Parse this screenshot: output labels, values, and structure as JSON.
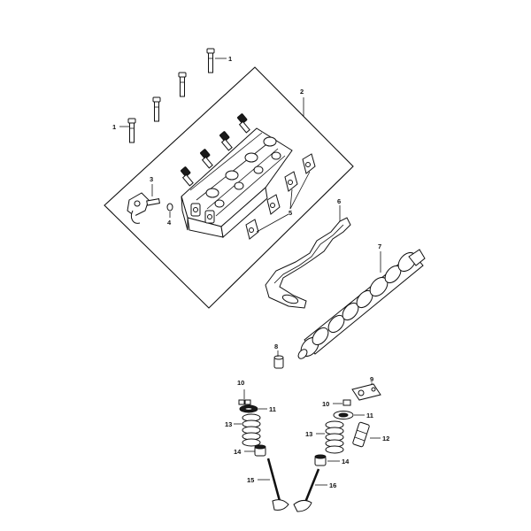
{
  "callouts": {
    "c1a": "1",
    "c1b": "1",
    "c2": "2",
    "c3": "3",
    "c4": "4",
    "c5": "5",
    "c6": "6",
    "c7": "7",
    "c8": "8",
    "c9": "9",
    "c10a": "10",
    "c10b": "10",
    "c11a": "11",
    "c11b": "11",
    "c12": "12",
    "c13a": "13",
    "c13b": "13",
    "c14a": "14",
    "c14b": "14",
    "c15": "15",
    "c16": "16"
  }
}
